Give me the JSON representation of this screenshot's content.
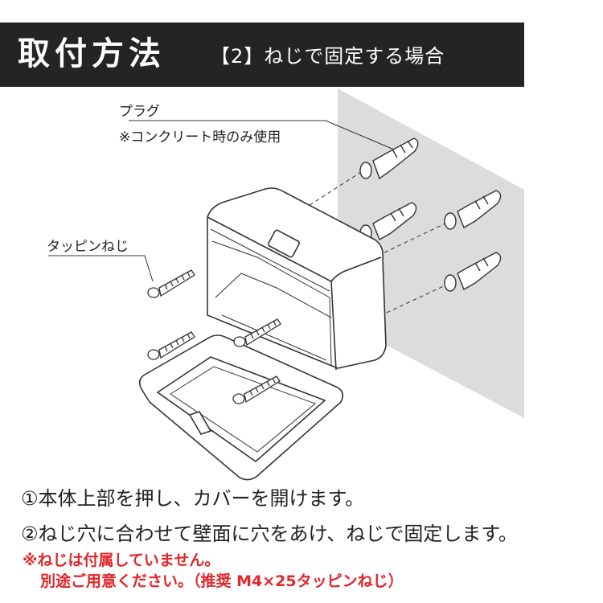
{
  "header": {
    "title": "取付方法",
    "subtitle": "【2】ねじで固定する場合"
  },
  "labels": {
    "plug": "プラグ",
    "plug_note": "※コンクリート時のみ使用",
    "screw": "タッピンねじ"
  },
  "steps": [
    "①本体上部を押し、カバーを開けます。",
    "②ねじ穴に合わせて壁面に穴をあけ、ねじで固定します。"
  ],
  "warnings": [
    "※ねじは付属していません。",
    "別途ご用意ください。（推奨 M4×25タッピンねじ）"
  ],
  "colors": {
    "header_bg": "#242424",
    "wall": "#dcdcdc",
    "warning": "#e2262a"
  }
}
